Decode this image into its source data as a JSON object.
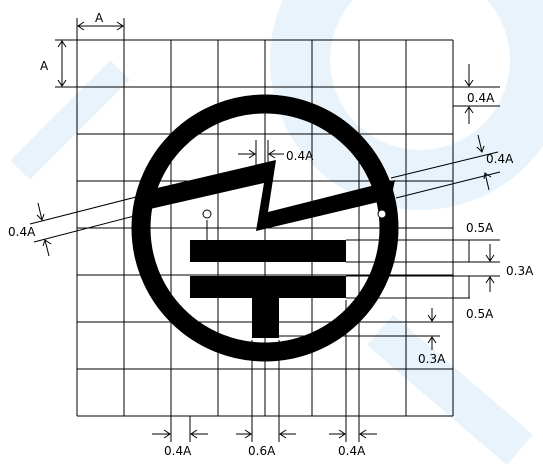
{
  "labels": {
    "grid_width": "A",
    "grid_height": "A",
    "right_top_gap": "0.4A",
    "bolt_gap": "0.4A",
    "right_bolt_stroke": "0.4A",
    "left_bolt_stroke": "0.4A",
    "upper_bar_height": "0.5A",
    "bar_gap": "0.3A",
    "lower_bar_height": "0.5A",
    "bottom_gap": "0.3A",
    "bottom_left_width": "0.4A",
    "bottom_center_width": "0.6A",
    "bottom_right_width": "0.4A"
  },
  "colors": {
    "ink": "#000000",
    "watermark": "#d6eaf8"
  }
}
